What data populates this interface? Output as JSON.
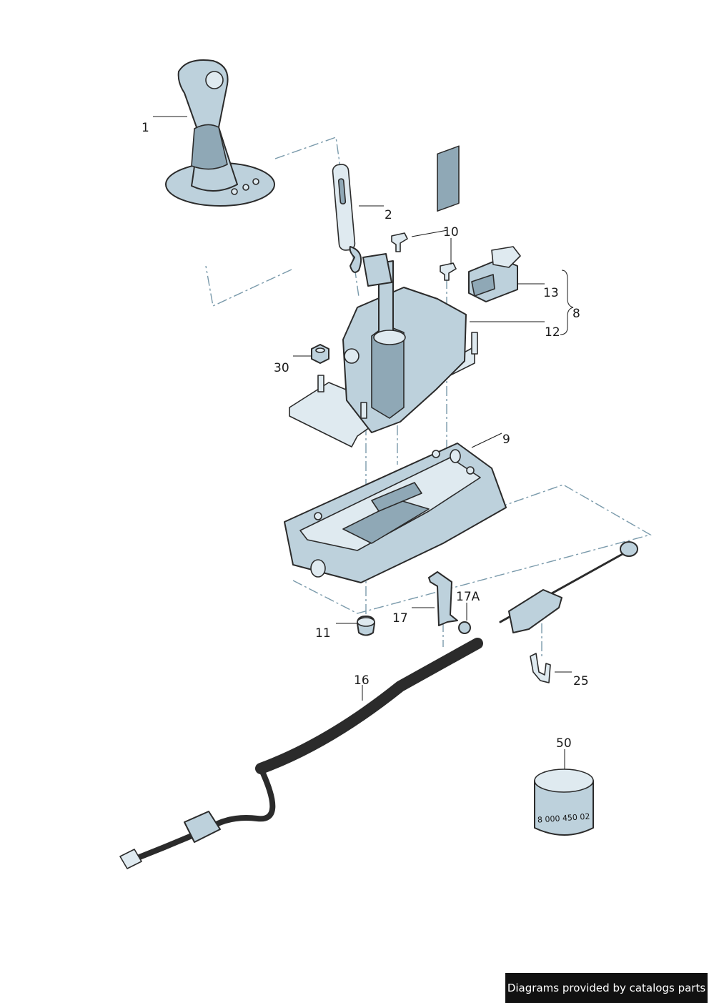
{
  "labels": {
    "p1": "1",
    "p2": "2",
    "p10": "10",
    "p13": "13",
    "p8": "8",
    "p12": "12",
    "p30": "30",
    "p9": "9",
    "p17a": "17A",
    "p17": "17",
    "p11": "11",
    "p16": "16",
    "p25": "25",
    "p50": "50"
  },
  "can_text": "8 000 450 02",
  "footer": "Diagrams provided by catalogs parts",
  "colors": {
    "part_fill": "#bdd1dc",
    "outline": "#2b2b2b",
    "leader": "#1a1a1a",
    "footer_bg": "#111111"
  }
}
